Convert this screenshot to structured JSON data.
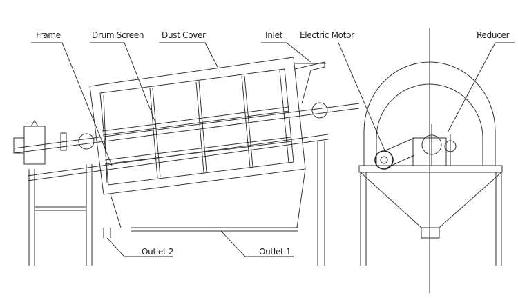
{
  "labels": {
    "frame": "Frame",
    "drum_screen": "Drum Screen",
    "dust_cover": "Dust Cover",
    "inlet": "Inlet",
    "electric_motor": "Electric Motor",
    "reducer": "Reducer",
    "outlet_2": "Outlet 2",
    "outlet_1": "Outlet 1"
  }
}
